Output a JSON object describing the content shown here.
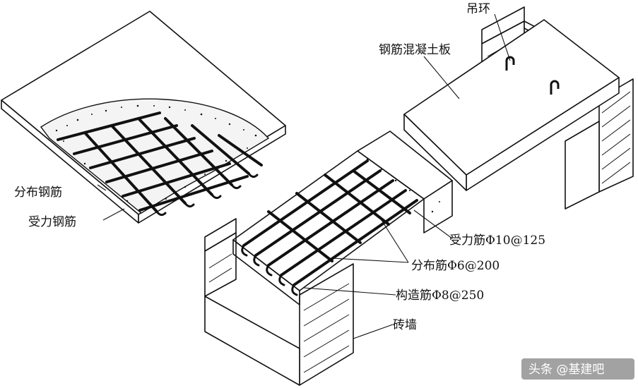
{
  "labels": {
    "lifting_ring": "吊环",
    "rc_slab": "钢筋混凝土板",
    "distribution_bar": "分布钢筋",
    "main_bar": "受力钢筋",
    "main_bar_spec": "受力筋Φ10@125",
    "distribution_bar_spec": "分布筋Φ6@200",
    "construction_bar_spec": "构造筋Φ8@250",
    "brick_wall": "砖墙"
  },
  "watermark": "头条 @基建吧"
}
